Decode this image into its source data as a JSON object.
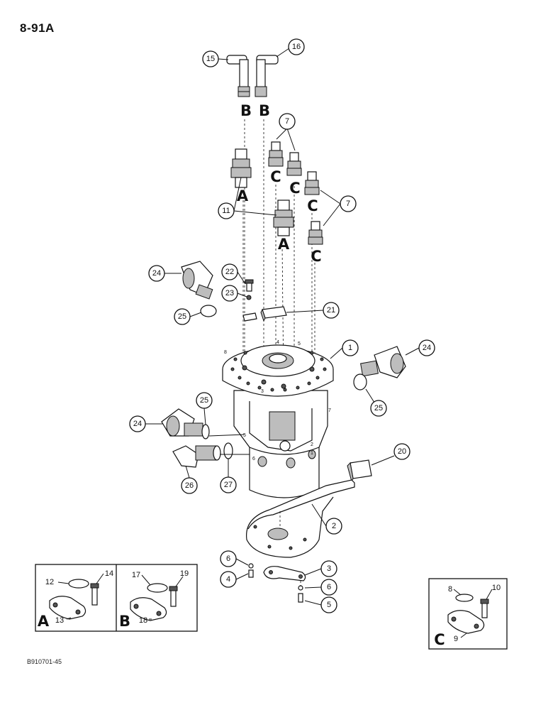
{
  "page": {
    "number": "8-91A",
    "figure_code": "B910701-45"
  },
  "callouts": {
    "c1": "1",
    "c2": "2",
    "c3": "3",
    "c4": "4",
    "c5": "5",
    "c6a": "6",
    "c6b": "6",
    "c7a": "7",
    "c7b": "7",
    "c11": "11",
    "c15": "15",
    "c16": "16",
    "c20": "20",
    "c21": "21",
    "c22": "22",
    "c23": "23",
    "c24a": "24",
    "c24b": "24",
    "c24c": "24",
    "c25a": "25",
    "c25b": "25",
    "c25c": "25",
    "c26": "26",
    "c27": "27"
  },
  "port_letters": {
    "b1": "B",
    "b2": "B",
    "a1": "A",
    "a2": "A",
    "cl1": "C",
    "cl2": "C",
    "cl3": "C",
    "cl4": "C"
  },
  "port_numbers": [
    "1",
    "2",
    "3",
    "4",
    "5",
    "6",
    "7",
    "8"
  ],
  "insets": {
    "a": {
      "letter": "A",
      "o_ring": "12",
      "bolt": "14",
      "half_flange": "13"
    },
    "b": {
      "letter": "B",
      "o_ring": "17",
      "bolt": "19",
      "half_flange": "18"
    },
    "c": {
      "letter": "C",
      "o_ring": "8",
      "bolt": "10",
      "half_flange": "9"
    }
  }
}
